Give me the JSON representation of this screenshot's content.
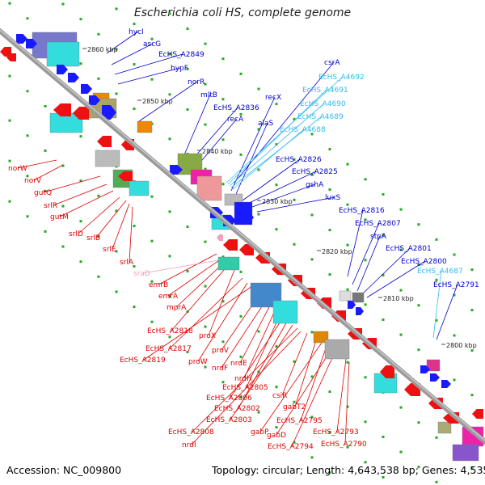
{
  "header": {
    "title": "Escherichia coli HS, complete genome"
  },
  "footer": {
    "accession": "Accession: NC_009800",
    "summary": "Topology: circular; Length: 4,643,538 bp; Genes: 4,535"
  },
  "colors": {
    "forward_label": "#0000cc",
    "forward_rna_label": "#33bbee",
    "reverse_label": "#dd0000",
    "reverse_rna_label": "#f2a0c0",
    "backbone": "#888888",
    "ruler_dots": "#22aa22"
  },
  "ruler": {
    "ticks": [
      "2860 kbp",
      "2850 kbp",
      "2840 kbp",
      "2830 kbp",
      "2820 kbp",
      "2810 kbp",
      "2800 kbp"
    ]
  },
  "labels": {
    "forward": [
      "hycI",
      "ascG",
      "EcHS_A2849",
      "hypF",
      "norR",
      "mltB",
      "EcHS_A2836",
      "recA",
      "recX",
      "alaS",
      "csrA",
      "EcHS_A2826",
      "EcHS_A2825",
      "gshA",
      "luxS",
      "EcHS_A2816",
      "EcHS_A2807",
      "stpA",
      "EcHS_A2801",
      "EcHS_A2800",
      "EcHS_A2791"
    ],
    "forward_rna": [
      "EcHS_A4692",
      "EcHS_A4691",
      "EcHS_A4690",
      "EcHS_A4689",
      "EcHS_A4688",
      "EcHS_A4687"
    ],
    "reverse": [
      "norW",
      "norV",
      "gutQ",
      "srlR",
      "gutM",
      "srlD",
      "srlB",
      "srlE",
      "srlA",
      "emrB",
      "emrA",
      "mprA",
      "EcHS_A2818",
      "proX",
      "EcHS_A2817",
      "proW",
      "EcHS_A2819",
      "proV",
      "nrdF",
      "nrdE",
      "nrdH",
      "EcHS_A2805",
      "EcHS_A2806",
      "EcHS_A2802",
      "csiR",
      "EcHS_A2803",
      "gabT2",
      "EcHS_A2808",
      "gabP",
      "EcHS_A2795",
      "gabD",
      "nrdI",
      "EcHS_A2794",
      "EcHS_A2793",
      "EcHS_A2790"
    ],
    "reverse_rna": [
      "sraD"
    ]
  }
}
